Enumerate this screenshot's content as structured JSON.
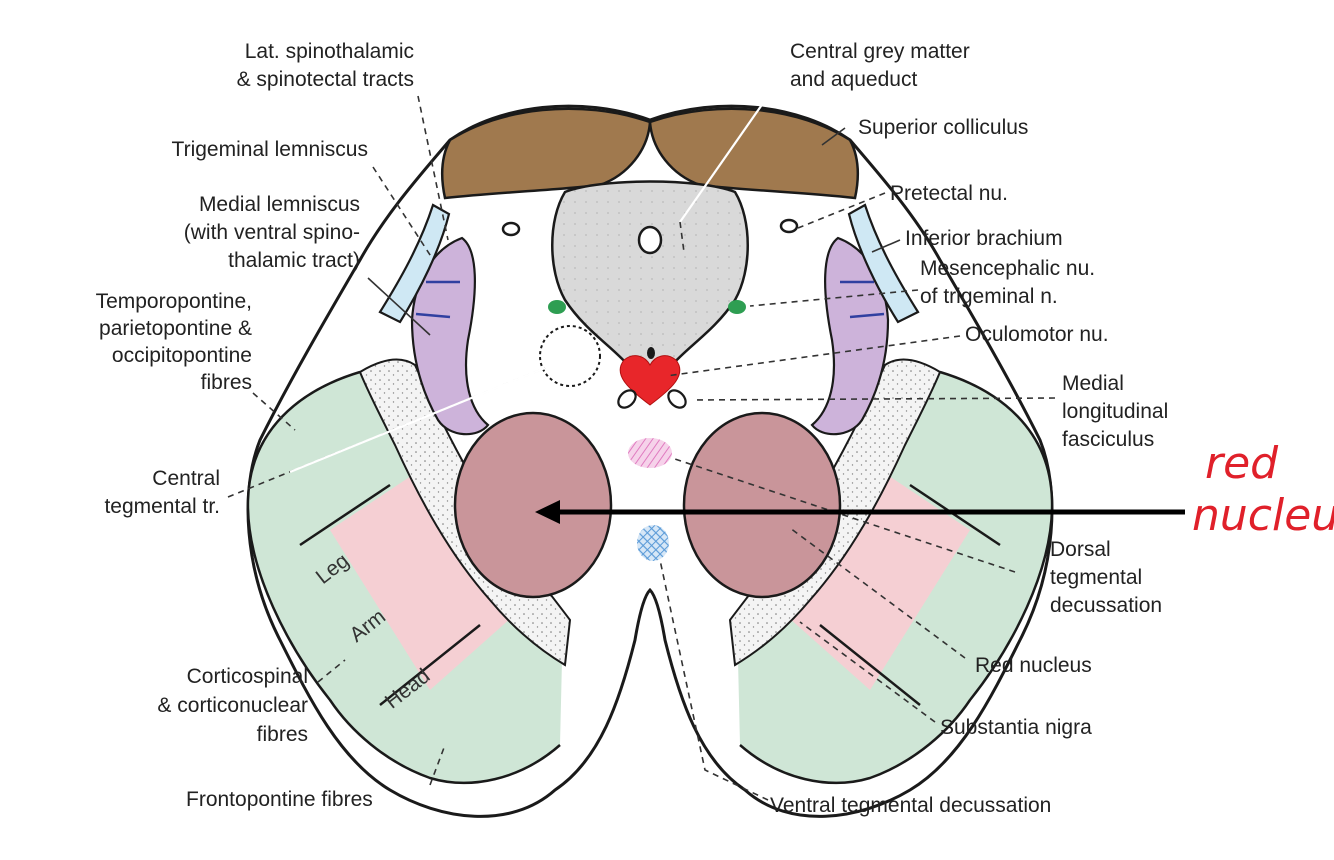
{
  "labels": {
    "lat_spinothalamic_1": "Lat. spinothalamic",
    "lat_spinothalamic_2": "& spinotectal tracts",
    "trigeminal_lemniscus": "Trigeminal lemniscus",
    "medial_lemniscus_1": "Medial lemniscus",
    "medial_lemniscus_2": "(with ventral spino-",
    "medial_lemniscus_3": "thalamic tract)",
    "temporopontine_1": "Temporopontine,",
    "temporopontine_2": "parietopontine &",
    "temporopontine_3": "occipitopontine",
    "temporopontine_4": "fibres",
    "central_tegmental_1": "Central",
    "central_tegmental_2": "tegmental tr.",
    "corticospinal_1": "Corticospinal",
    "corticospinal_2": "& corticonuclear",
    "corticospinal_3": "fibres",
    "frontopontine": "Frontopontine fibres",
    "central_grey_1": "Central grey matter",
    "central_grey_2": "and aqueduct",
    "superior_colliculus": "Superior colliculus",
    "pretectal": "Pretectal nu.",
    "inferior_brachium": "Inferior brachium",
    "mesencephalic_1": "Mesencephalic nu.",
    "mesencephalic_2": "of trigeminal n.",
    "oculomotor": "Oculomotor nu.",
    "mlf_1": "Medial",
    "mlf_2": "longitudinal",
    "mlf_3": "fasciculus",
    "dorsal_tegmental_1": "Dorsal",
    "dorsal_tegmental_2": "tegmental",
    "dorsal_tegmental_3": "decussation",
    "red_nucleus": "Red nucleus",
    "substantia_nigra": "Substantia nigra",
    "ventral_tegmental": "Ventral tegmental decussation"
  },
  "somatotopy": {
    "leg": "Leg",
    "arm": "Arm",
    "head": "Head"
  },
  "annotation": {
    "line1": "red",
    "line2": "nucleus",
    "color": "#e0202a"
  },
  "colors": {
    "superior_colliculus": "#a0794e",
    "central_grey": "#d9d9d9",
    "crus_green": "#cfe6d6",
    "crus_pink": "#f5cfd3",
    "red_nucleus": "#c9959a",
    "lemniscus_purple": "#cdb3da",
    "inferior_brachium": "#cfe8f4",
    "oculomotor_red": "#e8262a",
    "mesencephalic_green": "#2e9e52",
    "decussation_pink": "#e07bc0",
    "decussation_blue": "#5b9bd8"
  }
}
